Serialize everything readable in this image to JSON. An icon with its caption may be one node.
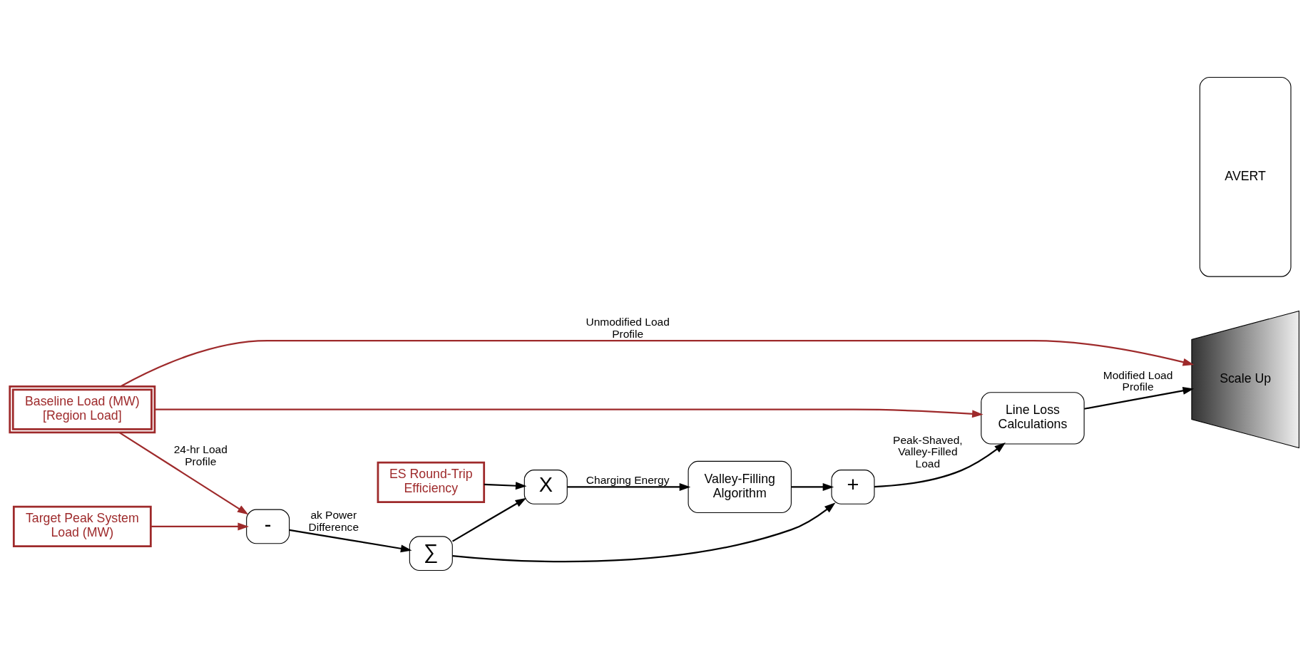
{
  "diagram": {
    "nodes": [
      {
        "text": [
          "Baseline Load (MW) [Region Load]"
        ]
      },
      {
        "text": [
          "Target Peak System Load (MW)"
        ]
      },
      {
        "text": [
          "-"
        ]
      },
      {
        "text": [
          "∑"
        ]
      },
      {
        "text": [
          "ES Round-Trip Efficiency"
        ]
      },
      {
        "text": [
          "X"
        ]
      },
      {
        "text": [
          "Valley-Filling Algorithm"
        ]
      },
      {
        "text": [
          "+"
        ]
      },
      {
        "text": [
          "Line Loss Calculations"
        ]
      },
      {
        "text": [
          "Scale Up"
        ]
      },
      {
        "text": [
          "AVERT"
        ]
      }
    ],
    "edges": [
      {
        "from": 0,
        "to": 2,
        "arrow": "to",
        "label": "24-hr Load Profile",
        "color": "#9e2a2b"
      },
      {
        "from": 1,
        "to": 2,
        "arrow": "to",
        "color": "#9e2a2b"
      },
      {
        "from": 2,
        "to": 3,
        "arrow": "to",
        "label": "ak Power Difference"
      },
      {
        "from": 3,
        "to": 5,
        "arrow": "to"
      },
      {
        "from": 4,
        "to": 5,
        "arrow": "to"
      },
      {
        "from": 5,
        "to": 6,
        "arrow": "to",
        "label": "Charging Energy"
      },
      {
        "from": 6,
        "to": 7,
        "arrow": "to"
      },
      {
        "from": 3,
        "to": 7,
        "arrow": "to"
      },
      {
        "from": 7,
        "to": 8,
        "arrow": "to",
        "label": "Peak-Shaved, Valley-Filled Load"
      },
      {
        "from": 0,
        "to": 8,
        "arrow": "to",
        "color": "#9e2a2b"
      },
      {
        "from": 8,
        "to": 9,
        "arrow": "to",
        "label": "Modified Load Profile"
      },
      {
        "from": 0,
        "to": 9,
        "arrow": "to",
        "label": "Unmodified Load Profile",
        "color": "#9e2a2b"
      }
    ]
  }
}
